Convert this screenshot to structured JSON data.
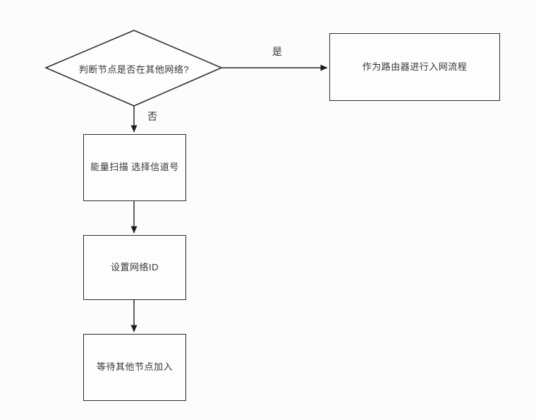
{
  "flowchart": {
    "title": "node-network-join-flowchart",
    "decision": {
      "label": "判断节点是否在其他网络?"
    },
    "edges": {
      "yes_label": "是",
      "no_label": "否"
    },
    "boxes": {
      "router_join": "作为路由器进行入网流程",
      "energy_scan": "能量扫描 选择信道号",
      "set_network_id": "设置网络ID",
      "wait_for_nodes": "等待其他节点加入"
    },
    "colors": {
      "line": "#2b2b2b",
      "text": "#363636",
      "background": "#fcfcfc",
      "node_fill": "#fdfdfd"
    }
  }
}
